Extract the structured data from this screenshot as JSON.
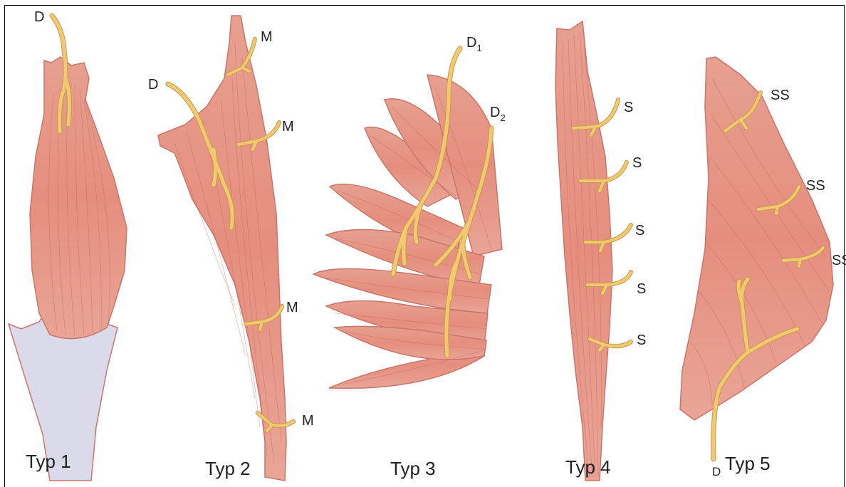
{
  "figure": {
    "background": "#ffffff",
    "muscle_color": "#e8998a",
    "muscle_dark": "#d9776a",
    "tendon_color": "#dadaeb",
    "nerve_color": "#f3c872"
  },
  "types": [
    {
      "caption": "Typ 1",
      "nerve_labels": [
        "D"
      ]
    },
    {
      "caption": "Typ 2",
      "nerve_labels": [
        "D",
        "M",
        "M",
        "M",
        "M"
      ]
    },
    {
      "caption": "Typ 3",
      "nerve_labels": [
        "D1",
        "D2"
      ]
    },
    {
      "caption": "Typ 4",
      "nerve_labels": [
        "S",
        "S",
        "S",
        "S",
        "S"
      ]
    },
    {
      "caption": "Typ 5",
      "nerve_labels": [
        "SS",
        "SS",
        "SS",
        "D"
      ]
    }
  ],
  "labels": {
    "t1_d": "D",
    "t2_d": "D",
    "t2_m1": "M",
    "t2_m2": "M",
    "t2_m3": "M",
    "t2_m4": "M",
    "t3_d1": "D",
    "t3_d1_sub": "1",
    "t3_d2": "D",
    "t3_d2_sub": "2",
    "t4_s1": "S",
    "t4_s2": "S",
    "t4_s3": "S",
    "t4_s4": "S",
    "t4_s5": "S",
    "t5_ss1": "SS",
    "t5_ss2": "SS",
    "t5_ss3": "SS",
    "t5_d": "D"
  },
  "captions": {
    "typ1": "Typ 1",
    "typ2": "Typ 2",
    "typ3": "Typ 3",
    "typ4": "Typ 4",
    "typ5": "Typ 5"
  }
}
